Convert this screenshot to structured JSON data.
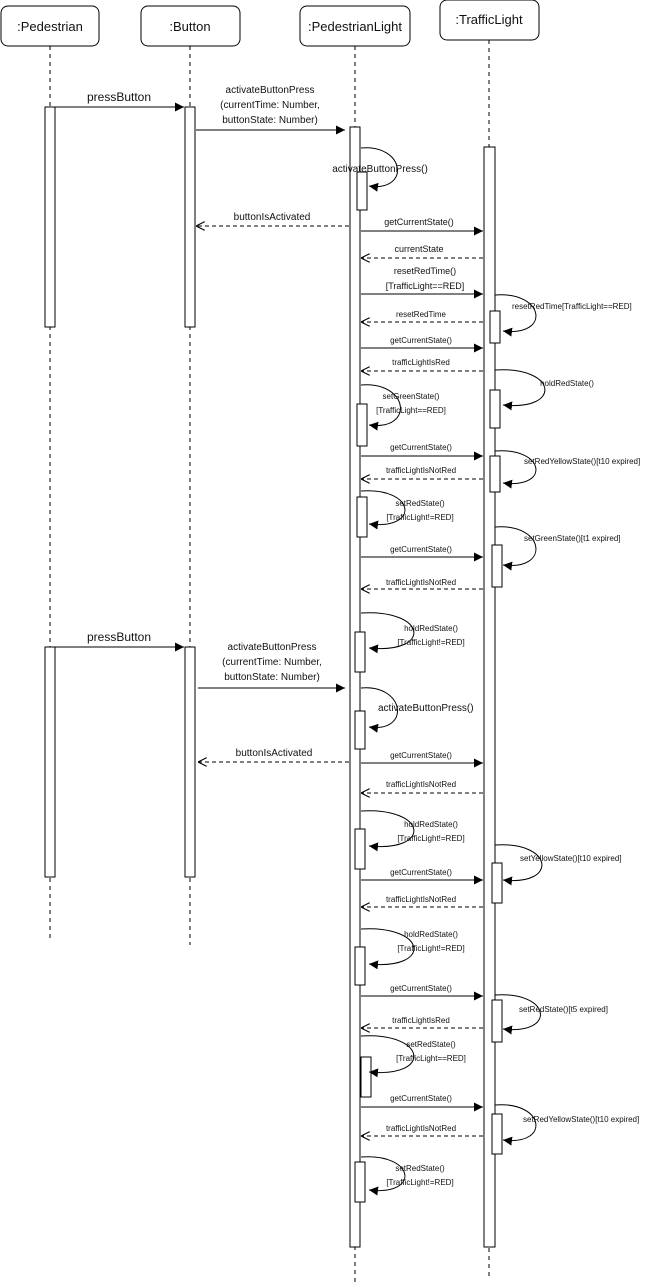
{
  "participants": [
    {
      "id": "pedestrian",
      "name": ":Pedestrian"
    },
    {
      "id": "button",
      "name": ":Button"
    },
    {
      "id": "pedlight",
      "name": ":PedestrianLight"
    },
    {
      "id": "traffic",
      "name": ":TrafficLight"
    }
  ],
  "messages": [
    {
      "id": "m1",
      "kind": "call",
      "from": "pedestrian",
      "to": "button",
      "lines": [
        "pressButton"
      ]
    },
    {
      "id": "m2",
      "kind": "call",
      "from": "button",
      "to": "pedlight",
      "lines": [
        "activateButtonPress",
        "(currentTime: Number,",
        "buttonState: Number)"
      ]
    },
    {
      "id": "m3",
      "kind": "self",
      "on": "pedlight",
      "lines": [
        "activateButtonPress()"
      ]
    },
    {
      "id": "m4",
      "kind": "return",
      "from": "pedlight",
      "to": "button",
      "lines": [
        "buttonIsActivated"
      ]
    },
    {
      "id": "m5",
      "kind": "call",
      "from": "pedlight",
      "to": "traffic",
      "lines": [
        "getCurrentState()"
      ]
    },
    {
      "id": "m6",
      "kind": "return",
      "from": "traffic",
      "to": "pedlight",
      "lines": [
        "currentState"
      ]
    },
    {
      "id": "m7",
      "kind": "call",
      "from": "pedlight",
      "to": "traffic",
      "lines": [
        "resetRedTime()",
        "[TrafficLight==RED]"
      ]
    },
    {
      "id": "m8",
      "kind": "self",
      "on": "traffic",
      "lines": [
        "resetRedTime[TrafficLight==RED]"
      ]
    },
    {
      "id": "m9",
      "kind": "return",
      "from": "traffic",
      "to": "pedlight",
      "lines": [
        "resetRedTime"
      ]
    },
    {
      "id": "m10",
      "kind": "call",
      "from": "pedlight",
      "to": "traffic",
      "lines": [
        "getCurrentState()"
      ]
    },
    {
      "id": "m11",
      "kind": "return",
      "from": "traffic",
      "to": "pedlight",
      "lines": [
        "trafficLightIsRed"
      ]
    },
    {
      "id": "m12",
      "kind": "self",
      "on": "traffic",
      "lines": [
        "holdRedState()"
      ]
    },
    {
      "id": "m13",
      "kind": "self",
      "on": "pedlight",
      "lines": [
        "setGreenState()",
        "[TrafficLight==RED]"
      ]
    },
    {
      "id": "m14",
      "kind": "call",
      "from": "pedlight",
      "to": "traffic",
      "lines": [
        "getCurrentState()"
      ]
    },
    {
      "id": "m15",
      "kind": "self",
      "on": "traffic",
      "lines": [
        "setRedYellowState()[t10 expired]"
      ]
    },
    {
      "id": "m16",
      "kind": "return",
      "from": "traffic",
      "to": "pedlight",
      "lines": [
        "trafficLightIsNotRed"
      ]
    },
    {
      "id": "m17",
      "kind": "self",
      "on": "pedlight",
      "lines": [
        "setRedState()",
        "[TrafficLight!=RED]"
      ]
    },
    {
      "id": "m18",
      "kind": "self",
      "on": "traffic",
      "lines": [
        "setGreenState()[t1 expired]"
      ]
    },
    {
      "id": "m19",
      "kind": "call",
      "from": "pedlight",
      "to": "traffic",
      "lines": [
        "getCurrentState()"
      ]
    },
    {
      "id": "m20",
      "kind": "return",
      "from": "traffic",
      "to": "pedlight",
      "lines": [
        "trafficLightIsNotRed"
      ]
    },
    {
      "id": "m21",
      "kind": "self",
      "on": "pedlight",
      "lines": [
        "holdRedState()",
        "[TrafficLight!=RED]"
      ]
    },
    {
      "id": "m22",
      "kind": "call",
      "from": "pedestrian",
      "to": "button",
      "lines": [
        "pressButton"
      ]
    },
    {
      "id": "m23",
      "kind": "call",
      "from": "button",
      "to": "pedlight",
      "lines": [
        "activateButtonPress",
        "(currentTime: Number,",
        "buttonState: Number)"
      ]
    },
    {
      "id": "m24",
      "kind": "self",
      "on": "pedlight",
      "lines": [
        "activateButtonPress()"
      ]
    },
    {
      "id": "m25",
      "kind": "return",
      "from": "pedlight",
      "to": "button",
      "lines": [
        "buttonIsActivated"
      ]
    },
    {
      "id": "m26",
      "kind": "call",
      "from": "pedlight",
      "to": "traffic",
      "lines": [
        "getCurrentState()"
      ]
    },
    {
      "id": "m27",
      "kind": "return",
      "from": "traffic",
      "to": "pedlight",
      "lines": [
        "trafficLightIsNotRed"
      ]
    },
    {
      "id": "m28",
      "kind": "self",
      "on": "pedlight",
      "lines": [
        "holdRedState()",
        "[TrafficLight!=RED]"
      ]
    },
    {
      "id": "m29",
      "kind": "self",
      "on": "traffic",
      "lines": [
        "setYellowState()[t10 expired]"
      ]
    },
    {
      "id": "m30",
      "kind": "call",
      "from": "pedlight",
      "to": "traffic",
      "lines": [
        "getCurrentState()"
      ]
    },
    {
      "id": "m31",
      "kind": "return",
      "from": "traffic",
      "to": "pedlight",
      "lines": [
        "trafficLightIsNotRed"
      ]
    },
    {
      "id": "m32",
      "kind": "self",
      "on": "pedlight",
      "lines": [
        "holdRedState()",
        "[TrafficLight!=RED]"
      ]
    },
    {
      "id": "m33",
      "kind": "call",
      "from": "pedlight",
      "to": "traffic",
      "lines": [
        "getCurrentState()"
      ]
    },
    {
      "id": "m34",
      "kind": "self",
      "on": "traffic",
      "lines": [
        "setRedState()[t5 expired]"
      ]
    },
    {
      "id": "m35",
      "kind": "return",
      "from": "traffic",
      "to": "pedlight",
      "lines": [
        "trafficLightIsRed"
      ]
    },
    {
      "id": "m36",
      "kind": "self",
      "on": "pedlight",
      "lines": [
        "setRedState()",
        "[TrafficLight==RED]"
      ]
    },
    {
      "id": "m37",
      "kind": "call",
      "from": "pedlight",
      "to": "traffic",
      "lines": [
        "getCurrentState()"
      ]
    },
    {
      "id": "m38",
      "kind": "self",
      "on": "traffic",
      "lines": [
        "setRedYellowState()[t10 expired]"
      ]
    },
    {
      "id": "m39",
      "kind": "return",
      "from": "traffic",
      "to": "pedlight",
      "lines": [
        "trafficLightIsNotRed"
      ]
    },
    {
      "id": "m40",
      "kind": "self",
      "on": "pedlight",
      "lines": [
        "setRedState()",
        "[TrafficLight!=RED]"
      ]
    }
  ]
}
